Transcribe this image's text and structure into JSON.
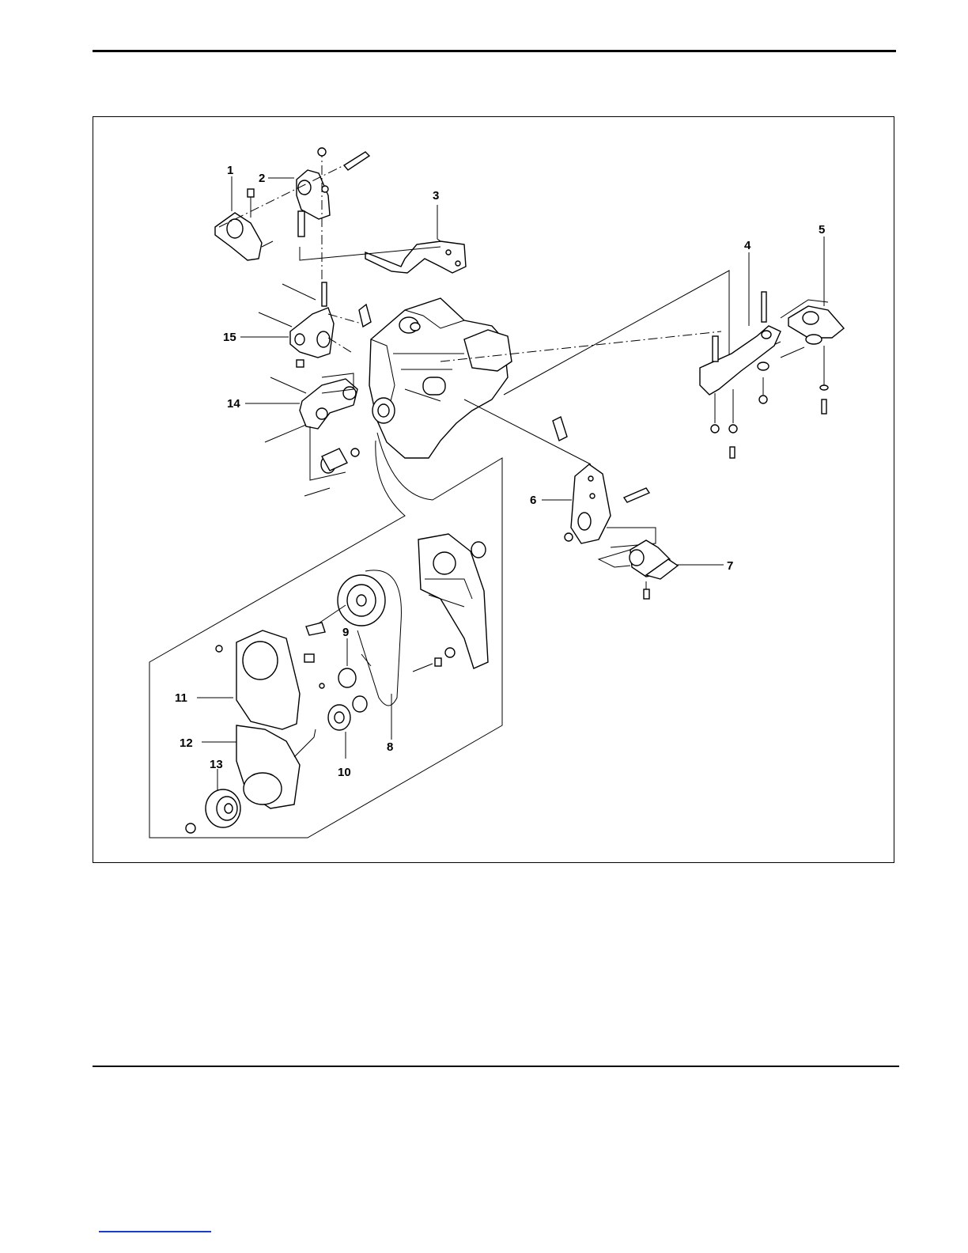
{
  "callouts": [
    {
      "id": "1",
      "label": "1"
    },
    {
      "id": "2",
      "label": "2"
    },
    {
      "id": "3",
      "label": "3"
    },
    {
      "id": "4",
      "label": "4"
    },
    {
      "id": "5",
      "label": "5"
    },
    {
      "id": "6",
      "label": "6"
    },
    {
      "id": "7",
      "label": "7"
    },
    {
      "id": "8",
      "label": "8"
    },
    {
      "id": "9",
      "label": "9"
    },
    {
      "id": "10",
      "label": "10"
    },
    {
      "id": "11",
      "label": "11"
    },
    {
      "id": "12",
      "label": "12"
    },
    {
      "id": "13",
      "label": "13"
    },
    {
      "id": "14",
      "label": "14"
    },
    {
      "id": "15",
      "label": "15"
    }
  ],
  "colors": {
    "line": "#000000",
    "link": "#1a3ccf",
    "background": "#ffffff"
  }
}
